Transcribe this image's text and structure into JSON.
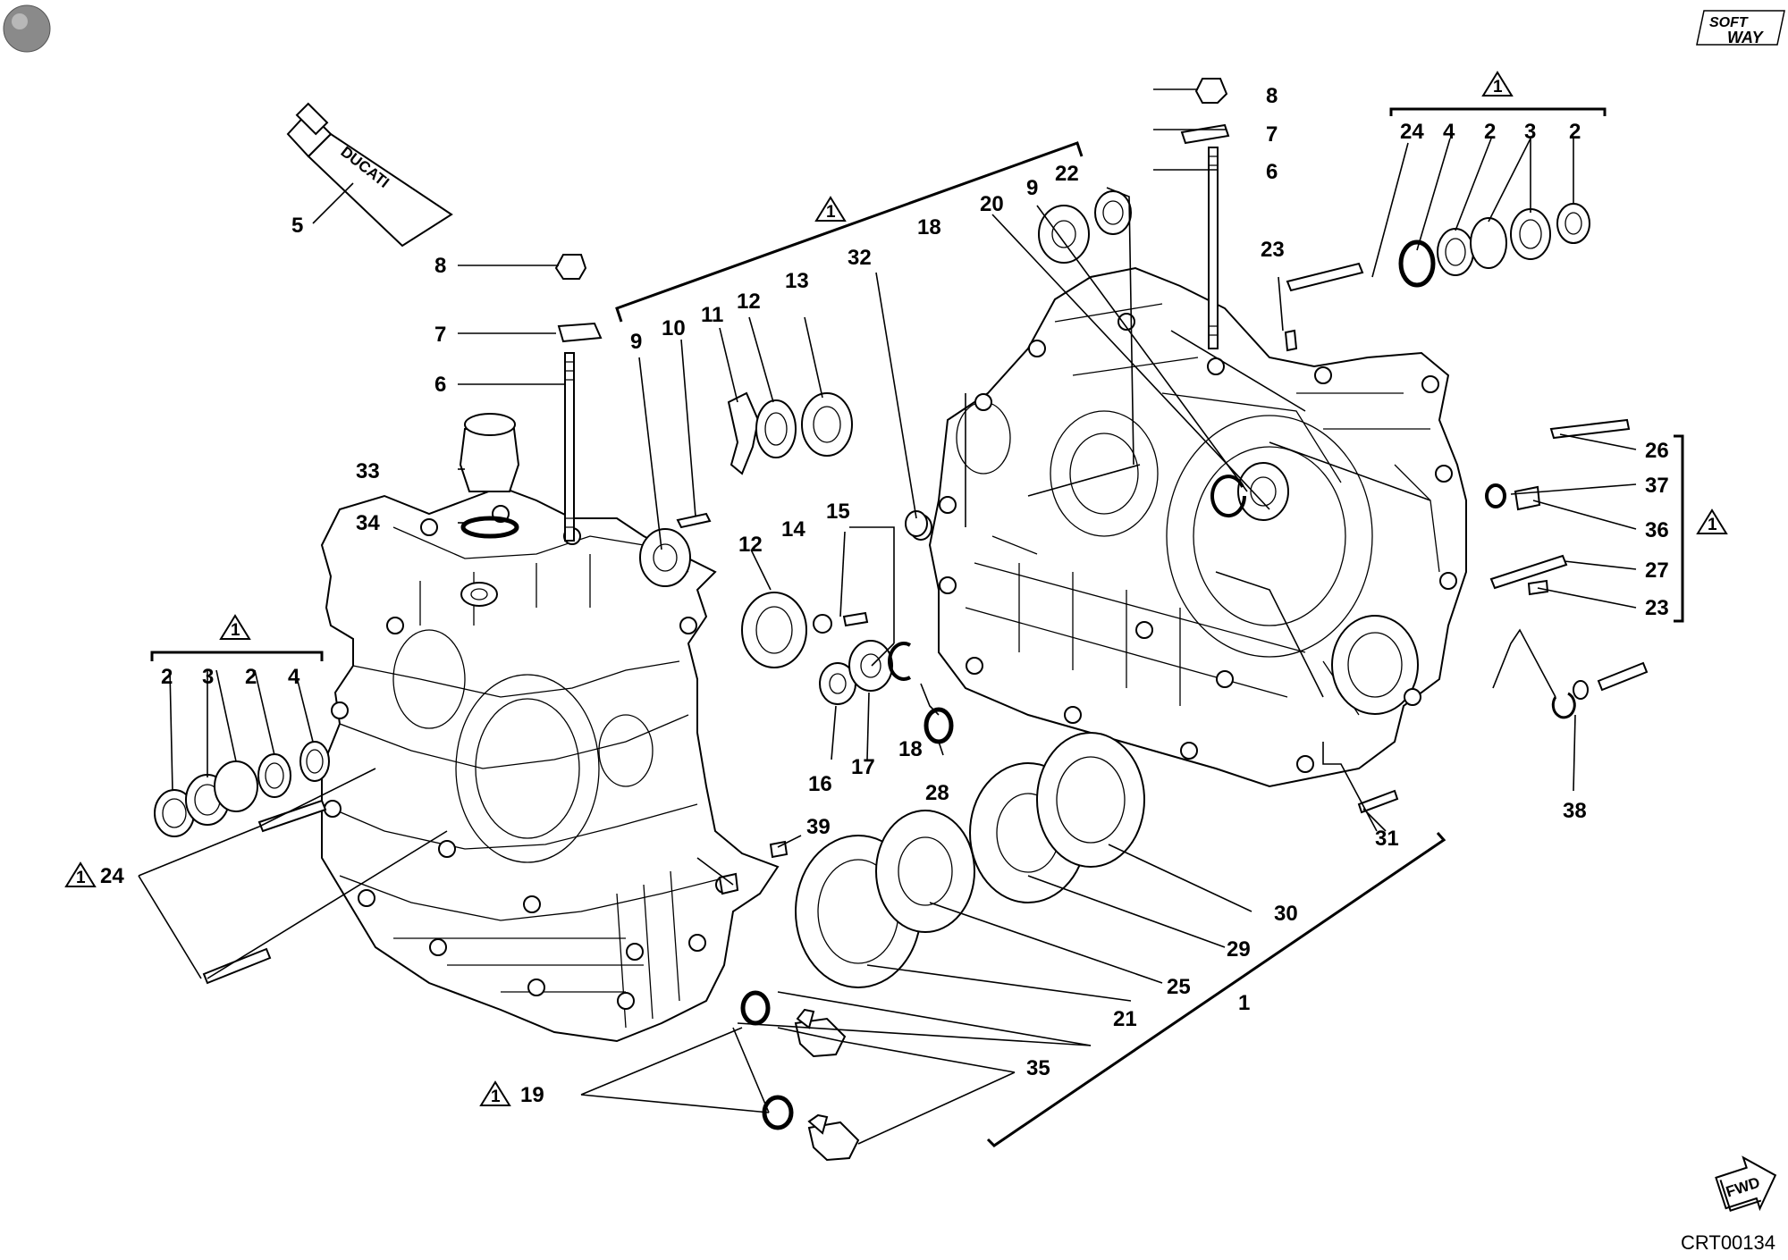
{
  "drawing_code": "CRT00134",
  "logo": {
    "line1": "SOFT",
    "line2": "WAY"
  },
  "fwd_label": "FWD",
  "tube_brand": "DUCATI",
  "kit_marker": "1",
  "callouts": [
    {
      "label": "5"
    },
    {
      "label": "8"
    },
    {
      "label": "7"
    },
    {
      "label": "6"
    },
    {
      "label": "33"
    },
    {
      "label": "34"
    },
    {
      "label": "9"
    },
    {
      "label": "10"
    },
    {
      "label": "11"
    },
    {
      "label": "12"
    },
    {
      "label": "13"
    },
    {
      "label": "32"
    },
    {
      "label": "12"
    },
    {
      "label": "14"
    },
    {
      "label": "15"
    },
    {
      "label": "16"
    },
    {
      "label": "17"
    },
    {
      "label": "18"
    },
    {
      "label": "28"
    },
    {
      "label": "2"
    },
    {
      "label": "3"
    },
    {
      "label": "2"
    },
    {
      "label": "4"
    },
    {
      "label": "24"
    },
    {
      "label": "39"
    },
    {
      "label": "21"
    },
    {
      "label": "25"
    },
    {
      "label": "29"
    },
    {
      "label": "30"
    },
    {
      "label": "1"
    },
    {
      "label": "35"
    },
    {
      "label": "19"
    },
    {
      "label": "31"
    },
    {
      "label": "38"
    },
    {
      "label": "18"
    },
    {
      "label": "20"
    },
    {
      "label": "9"
    },
    {
      "label": "22"
    },
    {
      "label": "8"
    },
    {
      "label": "7"
    },
    {
      "label": "6"
    },
    {
      "label": "23"
    },
    {
      "label": "24"
    },
    {
      "label": "4"
    },
    {
      "label": "2"
    },
    {
      "label": "3"
    },
    {
      "label": "2"
    },
    {
      "label": "26"
    },
    {
      "label": "37"
    },
    {
      "label": "36"
    },
    {
      "label": "27"
    },
    {
      "label": "23"
    }
  ],
  "kit_markers": [
    {
      "label": "1"
    },
    {
      "label": "1"
    },
    {
      "label": "1"
    },
    {
      "label": "1"
    },
    {
      "label": "1"
    },
    {
      "label": "1"
    }
  ]
}
